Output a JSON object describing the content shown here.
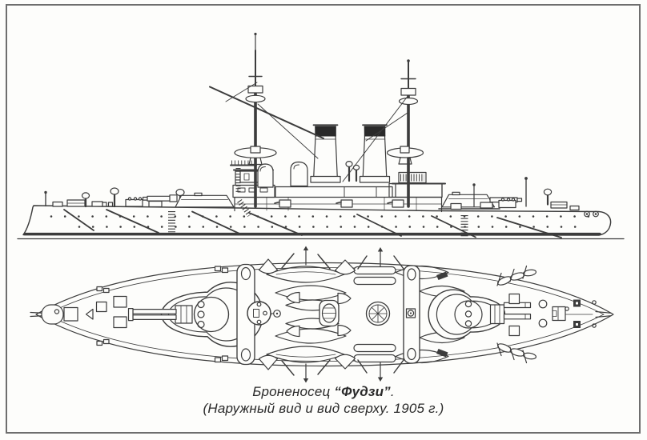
{
  "figure": {
    "caption": {
      "line1_prefix": "Броненосец ",
      "ship_name": "“Фудзи”",
      "line1_suffix": ".",
      "line2": "(Наружный вид и вид сверху. 1905 г.)"
    },
    "colors": {
      "ink": "#3c3c3c",
      "paper": "#fdfdfb",
      "frame": "#6e6e6e",
      "cap": "#2a2a2a"
    }
  }
}
